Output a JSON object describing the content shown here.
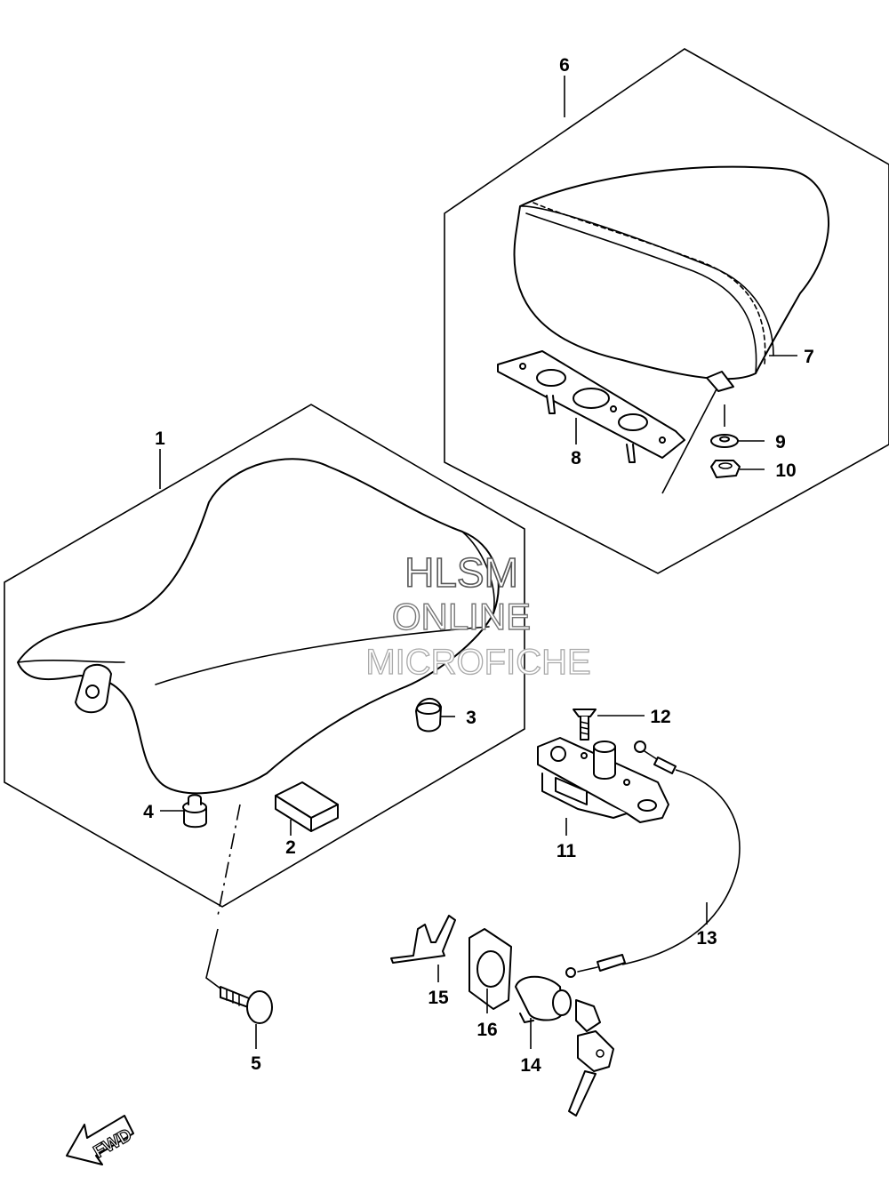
{
  "watermark": {
    "line1": "HLSM",
    "line2": "ONLINE",
    "line3": "MICROFICHE"
  },
  "fwd_label": "FWD",
  "callouts": [
    "1",
    "2",
    "3",
    "4",
    "5",
    "6",
    "7",
    "8",
    "9",
    "10",
    "11",
    "12",
    "13",
    "14",
    "15",
    "16"
  ]
}
